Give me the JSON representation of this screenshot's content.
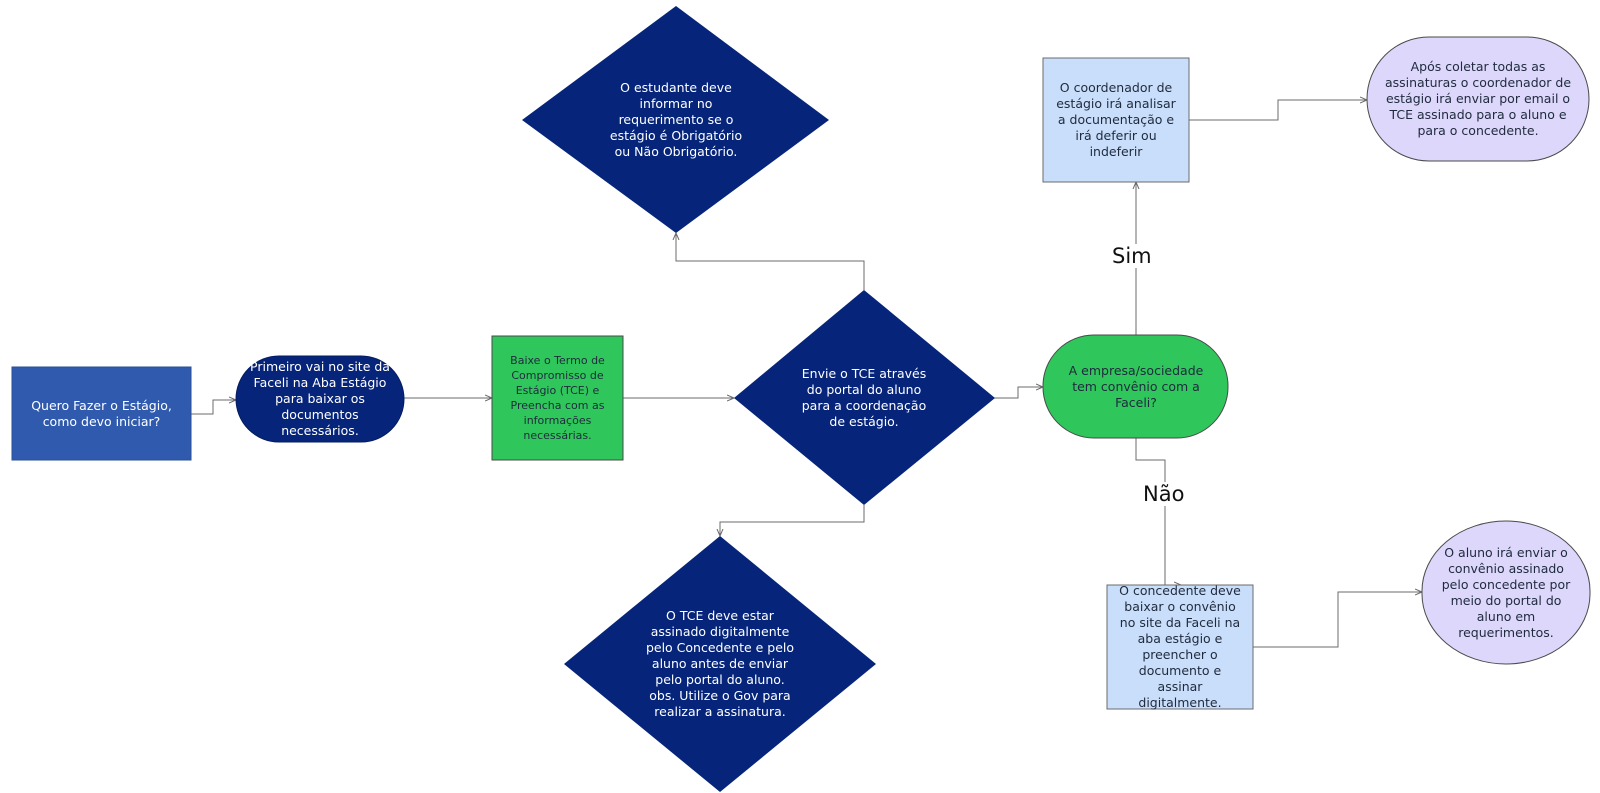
{
  "colors": {
    "start_box": "#2f5aad",
    "dark_navy": "#06257a",
    "green": "#2fc75b",
    "light_blue": "#c9defa",
    "lavender": "#ddd7fb",
    "connector": "#6b6b6b",
    "outline": "#4a4a4a"
  },
  "nodes": {
    "start": "Quero Fazer o Estágio, como devo iniciar?",
    "site": "Primeiro vai no site da Faceli na Aba Estágio para baixar os documentos necessários.",
    "download_tce": "Baixe o Termo de Compromisso de Estágio (TCE) e Preencha com as informações necessárias.",
    "send_tce": "Envie o TCE através do portal do aluno para a coordenação de estágio.",
    "mandatory_info": "O estudante deve informar no requerimento se o estágio é Obrigatório ou Não Obrigatório.",
    "signed_tce": "O TCE deve estar assinado digitalmente pelo Concedente e pelo aluno antes de enviar pelo portal do aluno.\nobs. Utilize o Gov para realizar a assinatura.",
    "agreement_question": "A empresa/sociedade tem convênio com a Faceli?",
    "coordinator_review": "O coordenador de estágio irá analisar a documentação e irá deferir ou indeferir",
    "after_signatures": "Após coletar todas as assinaturas o coordenador de estágio irá enviar por email o TCE assinado para o aluno e para o concedente.",
    "grantor_download": "O concedente deve baixar o convênio no site da Faceli na aba estágio e preencher o documento e assinar digitalmente.",
    "student_send": "O aluno irá enviar o convênio assinado pelo concedente por meio do portal do aluno em requerimentos."
  },
  "edge_labels": {
    "yes": "Sim",
    "no": "Não"
  }
}
